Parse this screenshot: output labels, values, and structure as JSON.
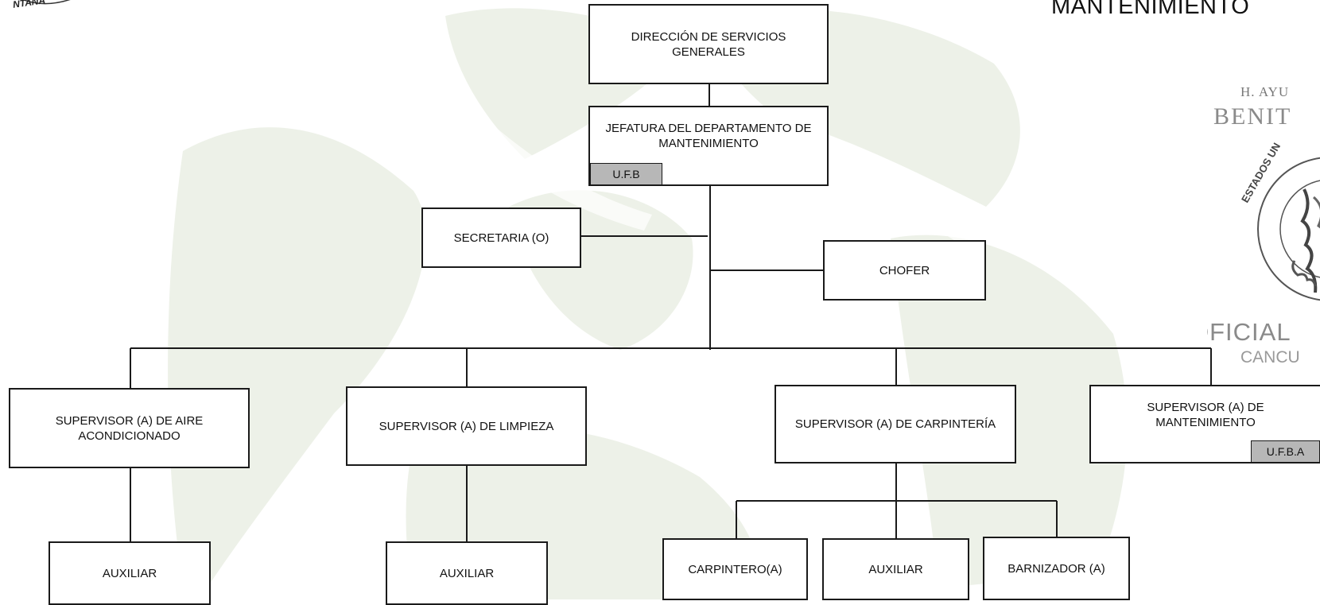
{
  "title": "MANTENIMIENTO",
  "seal_top_left": "NTANA",
  "seal_right": {
    "line1": "H. AYU",
    "line2": "BENIT",
    "circle_text": "ESTADOS UN",
    "line3": "OFICIAL",
    "line4": "CANCU"
  },
  "org": {
    "direccion": "DIRECCIÓN DE SERVICIOS GENERALES",
    "jefatura": "JEFATURA DEL DEPARTAMENTO DE MANTENIMIENTO",
    "jefatura_tag": "U.F.B",
    "secretaria": "SECRETARIA (O)",
    "chofer": "CHOFER",
    "sup_aire": "SUPERVISOR (A) DE AIRE ACONDICIONADO",
    "sup_limpieza": "SUPERVISOR (A) DE LIMPIEZA",
    "sup_carpinteria": "SUPERVISOR (A) DE CARPINTERÍA",
    "sup_mantenimiento": "SUPERVISOR (A) DE MANTENIMIENTO",
    "sup_mantenimiento_tag": "U.F.B.A",
    "aux_aire": "AUXILIAR",
    "aux_limpieza": "AUXILIAR",
    "carpintero": "CARPINTERO(A)",
    "aux_carpinteria": "AUXILIAR",
    "barnizador": "BARNIZADOR (A)"
  },
  "colors": {
    "watermark": "#cdd6c2",
    "line": "#1a1a1a",
    "tag_fill": "#b7b7b7"
  }
}
